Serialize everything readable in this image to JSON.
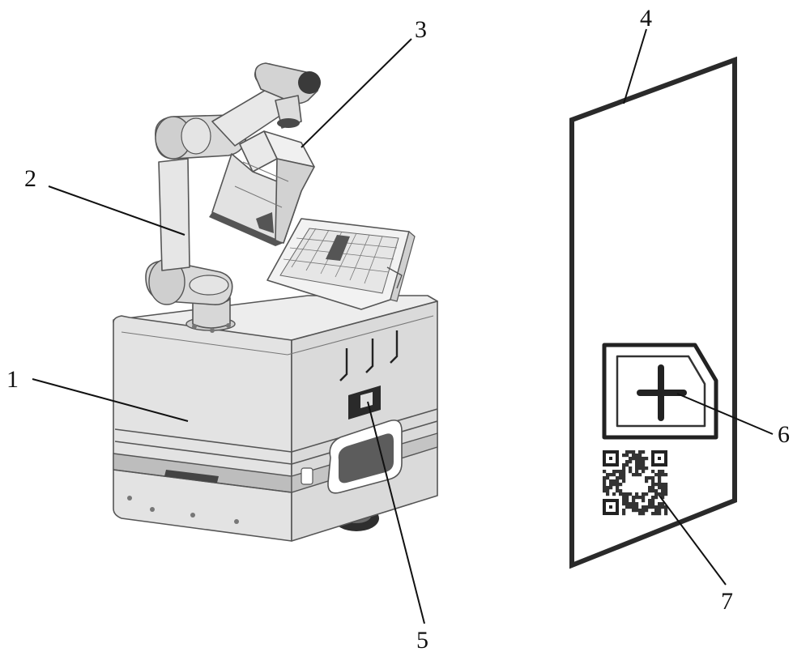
{
  "callouts": {
    "c1": "1",
    "c2": "2",
    "c3": "3",
    "c4": "4",
    "c5": "5",
    "c6": "6",
    "c7": "7"
  },
  "colors": {
    "line": "#111111",
    "body": "#e4e4e4",
    "shade": "#c9c9c9",
    "dark": "#3a3a3a"
  }
}
